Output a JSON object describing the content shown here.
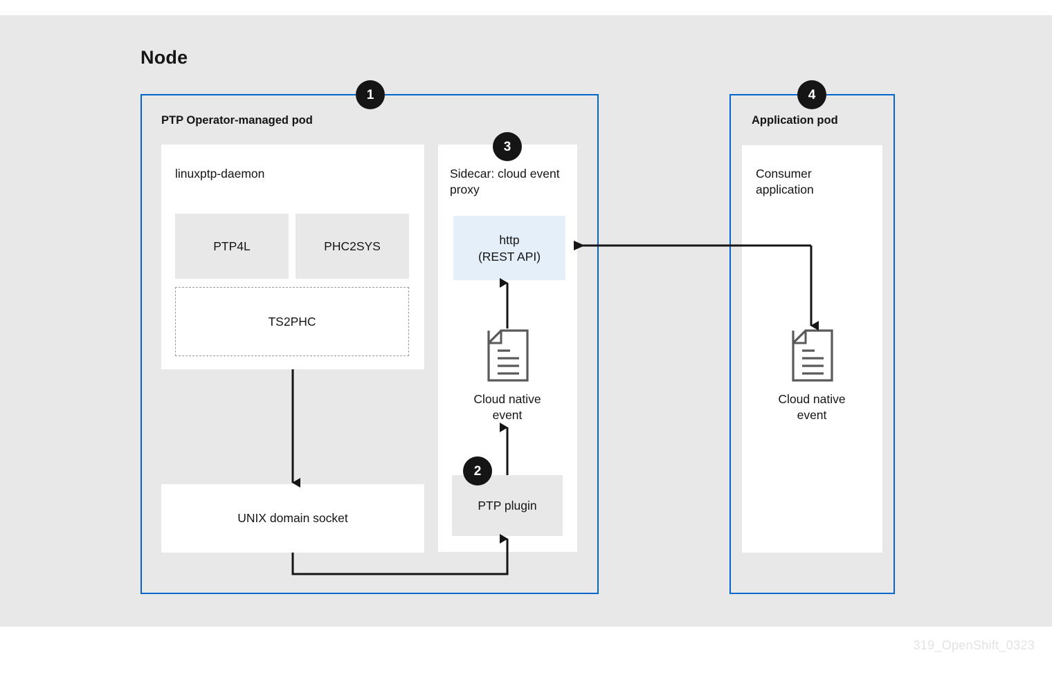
{
  "diagram": {
    "node_title": "Node",
    "watermark": "319_OpenShift_0323",
    "colors": {
      "pod_border": "#0066cc",
      "backdrop": "#e8e8e8",
      "block_fill": "#e8e8e8",
      "http_fill": "#e4eff9",
      "badge_fill": "#151515",
      "text": "#151515",
      "dashed_border": "#9a9a9a",
      "arrow": "#151515",
      "watermark": "#e3e3e3"
    },
    "badges": [
      {
        "id": "1",
        "label": "1"
      },
      {
        "id": "2",
        "label": "2"
      },
      {
        "id": "3",
        "label": "3"
      },
      {
        "id": "4",
        "label": "4"
      }
    ],
    "pods": [
      {
        "id": "ptp-operator-managed-pod",
        "label": "PTP Operator-managed pod",
        "badge": "1"
      },
      {
        "id": "application-pod",
        "label": "Application pod",
        "badge": "4"
      }
    ],
    "containers": [
      {
        "id": "linuxptp-daemon",
        "title": "linuxptp-daemon"
      },
      {
        "id": "sidecar-cloud-event-proxy",
        "title": "Sidecar: cloud event proxy",
        "badge": "3"
      },
      {
        "id": "consumer-application",
        "title": "Consumer application"
      },
      {
        "id": "unix-domain-socket",
        "title": "UNIX domain socket"
      }
    ],
    "blocks": [
      {
        "id": "ptp4l",
        "label": "PTP4L",
        "style": "filled"
      },
      {
        "id": "phc2sys",
        "label": "PHC2SYS",
        "style": "filled"
      },
      {
        "id": "ts2phc",
        "label": "TS2PHC",
        "style": "dashed"
      },
      {
        "id": "http-rest-api",
        "label": "http\n(REST API)",
        "line1": "http",
        "line2": "(REST API)",
        "style": "http"
      },
      {
        "id": "ptp-plugin",
        "label": "PTP plugin",
        "style": "filled",
        "badge": "2"
      }
    ],
    "doc_icons": [
      {
        "id": "cloud-native-event-sidecar",
        "caption_line1": "Cloud native",
        "caption_line2": "event"
      },
      {
        "id": "cloud-native-event-app",
        "caption_line1": "Cloud native",
        "caption_line2": "event"
      }
    ],
    "connections": [
      {
        "id": "linuxptp-to-socket",
        "from": "linuxptp-daemon",
        "to": "unix-domain-socket",
        "direction": "down"
      },
      {
        "id": "socket-to-ptp-plugin",
        "from": "unix-domain-socket",
        "to": "ptp-plugin",
        "direction": "up"
      },
      {
        "id": "ptp-plugin-to-event",
        "from": "ptp-plugin",
        "to": "cloud-native-event-sidecar",
        "direction": "up"
      },
      {
        "id": "event-to-http",
        "from": "cloud-native-event-sidecar",
        "to": "http-rest-api",
        "direction": "up"
      },
      {
        "id": "consumer-to-http",
        "from": "consumer-application",
        "to": "http-rest-api",
        "direction": "left"
      },
      {
        "id": "http-to-app-event",
        "from": "http-rest-api",
        "to": "cloud-native-event-app",
        "direction": "down"
      }
    ]
  }
}
